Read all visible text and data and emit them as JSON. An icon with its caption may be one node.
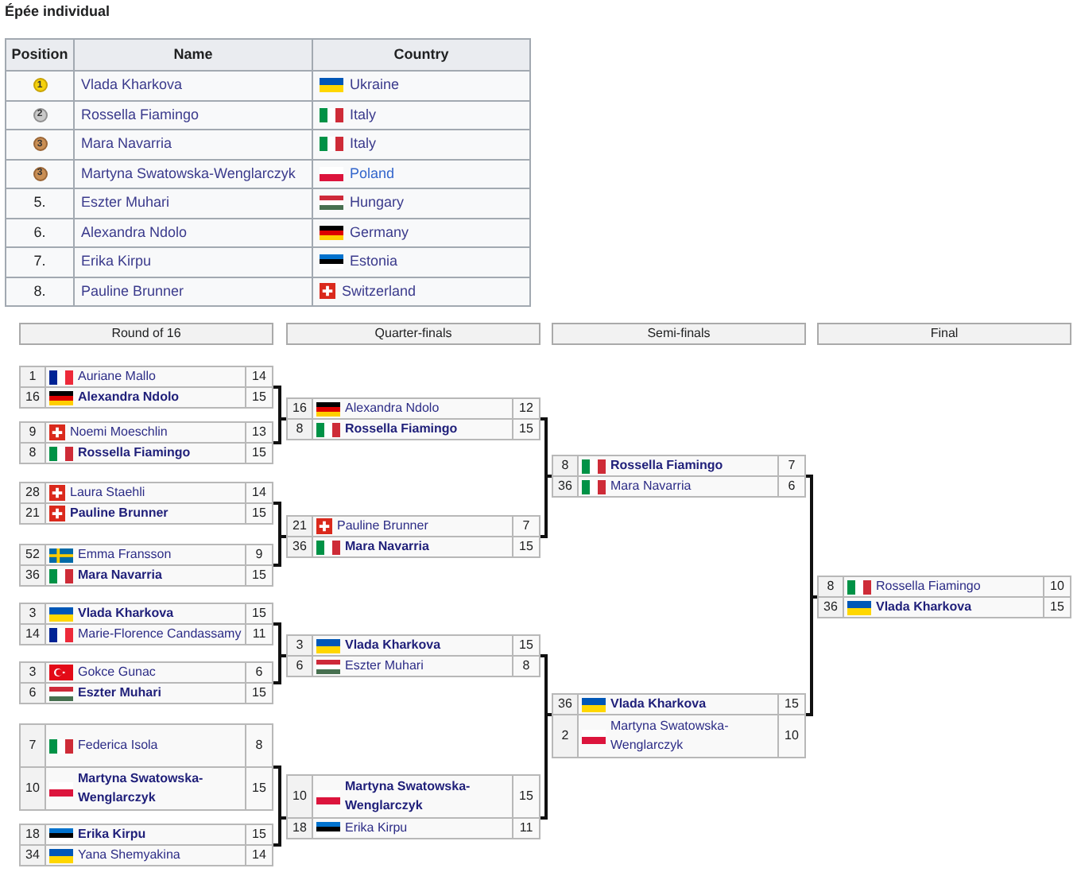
{
  "diagram": {
    "title": "Épée individual",
    "nodes": [
      {
        "text": [
          "1",
          "Auriane Mallo",
          "14",
          "16",
          "Alexandra Ndolo",
          "15"
        ]
      },
      {
        "text": [
          "9",
          "Noemi Moeschlin",
          "13",
          "8",
          "Rossella Fiamingo",
          "15"
        ]
      },
      {
        "text": [
          "28",
          "Laura Staehli",
          "14",
          "21",
          "Pauline Brunner",
          "15"
        ]
      },
      {
        "text": [
          "52",
          "Emma Fransson",
          "9",
          "36",
          "Mara Navarria",
          "15"
        ]
      },
      {
        "text": [
          "3",
          "Vlada Kharkova",
          "15",
          "14",
          "Marie-Florence Candassamy",
          "11"
        ]
      },
      {
        "text": [
          "3",
          "Gokce Gunac",
          "6",
          "6",
          "Eszter Muhari",
          "15"
        ]
      },
      {
        "text": [
          "7",
          "Federica Isola",
          "8",
          "10",
          "Martyna Swatowska-Wenglarczyk",
          "15"
        ]
      },
      {
        "text": [
          "18",
          "Erika Kirpu",
          "15",
          "34",
          "Yana Shemyakina",
          "14"
        ]
      },
      {
        "text": [
          "16",
          "Alexandra Ndolo",
          "12",
          "8",
          "Rossella Fiamingo",
          "15"
        ]
      },
      {
        "text": [
          "21",
          "Pauline Brunner",
          "7",
          "36",
          "Mara Navarria",
          "15"
        ]
      },
      {
        "text": [
          "3",
          "Vlada Kharkova",
          "15",
          "6",
          "Eszter Muhari",
          "8"
        ]
      },
      {
        "text": [
          "10",
          "Martyna Swatowska-Wenglarczyk",
          "15",
          "18",
          "Erika Kirpu",
          "11"
        ]
      },
      {
        "text": [
          "8",
          "Rossella Fiamingo",
          "7",
          "36",
          "Mara Navarria",
          "6"
        ]
      },
      {
        "text": [
          "36",
          "Vlada Kharkova",
          "15",
          "2",
          "Martyna Swatowska-Wenglarczyk",
          "10"
        ]
      },
      {
        "text": [
          "8",
          "Rossella Fiamingo",
          "10",
          "36",
          "Vlada Kharkova",
          "15"
        ]
      }
    ],
    "edges": [
      {
        "from": 0,
        "to": 8,
        "arrow": "none"
      },
      {
        "from": 1,
        "to": 8,
        "arrow": "none"
      },
      {
        "from": 2,
        "to": 9,
        "arrow": "none"
      },
      {
        "from": 3,
        "to": 9,
        "arrow": "none"
      },
      {
        "from": 4,
        "to": 10,
        "arrow": "none"
      },
      {
        "from": 5,
        "to": 10,
        "arrow": "none"
      },
      {
        "from": 6,
        "to": 11,
        "arrow": "none"
      },
      {
        "from": 7,
        "to": 11,
        "arrow": "none"
      },
      {
        "from": 8,
        "to": 12,
        "arrow": "none"
      },
      {
        "from": 9,
        "to": 12,
        "arrow": "none"
      },
      {
        "from": 10,
        "to": 13,
        "arrow": "none"
      },
      {
        "from": 11,
        "to": 13,
        "arrow": "none"
      },
      {
        "from": 12,
        "to": 14,
        "arrow": "none"
      },
      {
        "from": 13,
        "to": 14,
        "arrow": "none"
      }
    ],
    "labels": [
      "Position",
      "Name",
      "Country",
      "1",
      "Vlada Kharkova",
      "Ukraine",
      "2",
      "Rossella Fiamingo",
      "Italy",
      "3",
      "Mara Navarria",
      "Italy",
      "3",
      "Martyna Swatowska-Wenglarczyk",
      "Poland",
      "5.",
      "Eszter Muhari",
      "Hungary",
      "6.",
      "Alexandra Ndolo",
      "Germany",
      "7.",
      "Erika Kirpu",
      "Estonia",
      "8.",
      "Pauline Brunner",
      "Switzerland",
      "Round of 16",
      "Quarter-finals",
      "Semi-finals",
      "Final"
    ]
  }
}
